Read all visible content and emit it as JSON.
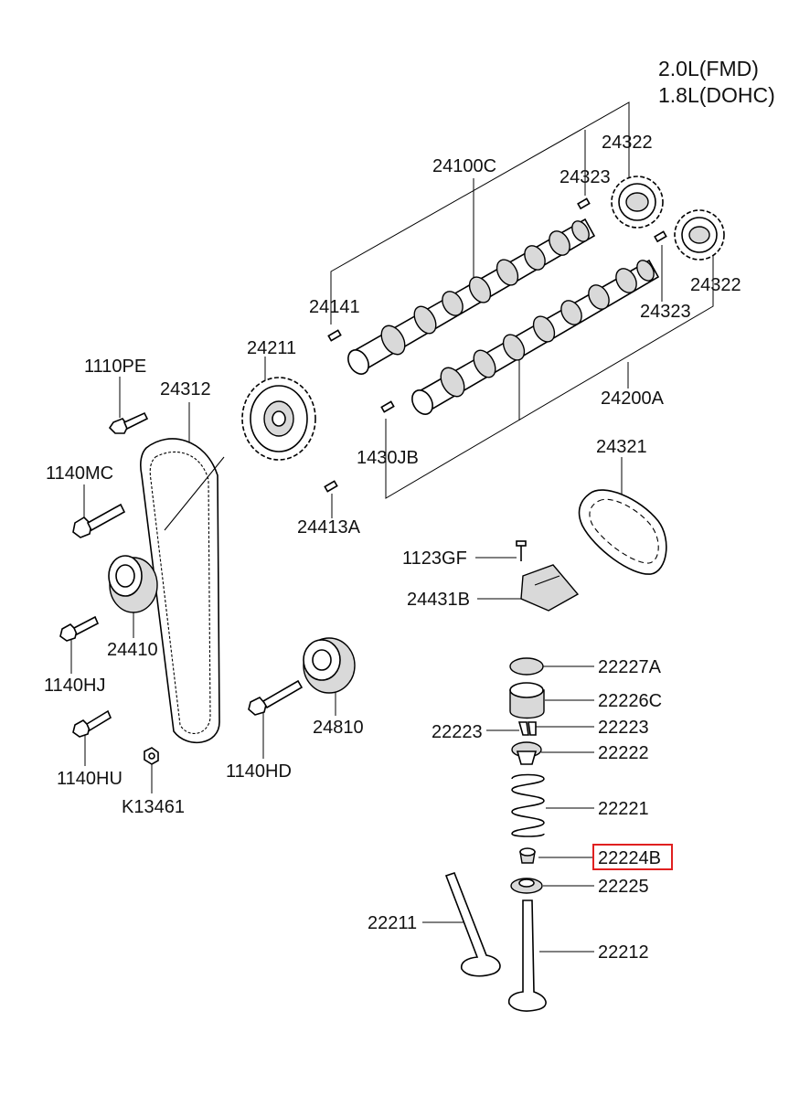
{
  "engine": {
    "line1": "2.0L(FMD)",
    "line2": "1.8L(DOHC)"
  },
  "labels": {
    "p24100C": "24100C",
    "p24322_top": "24322",
    "p24323_top": "24323",
    "p24141": "24141",
    "p24322_right": "24322",
    "p24323_right": "24323",
    "p24211": "24211",
    "p1110PE": "1110PE",
    "p24312": "24312",
    "p24200A": "24200A",
    "p1430JB": "1430JB",
    "p1140MC": "1140MC",
    "p24321": "24321",
    "p24413A": "24413A",
    "p1123GF": "1123GF",
    "p24431B": "24431B",
    "p24410": "24410",
    "p1140HJ": "1140HJ",
    "p22227A": "22227A",
    "p22226C": "22226C",
    "p22223_left": "22223",
    "p22223_right": "22223",
    "p24810": "24810",
    "p22222": "22222",
    "p1140HU": "1140HU",
    "p1140HD": "1140HD",
    "p22221": "22221",
    "pK13461": "K13461",
    "p22224B": "22224B",
    "p22225": "22225",
    "p22211": "22211",
    "p22212": "22212"
  },
  "highlight": {
    "part": "22224B",
    "color": "#e02020"
  }
}
